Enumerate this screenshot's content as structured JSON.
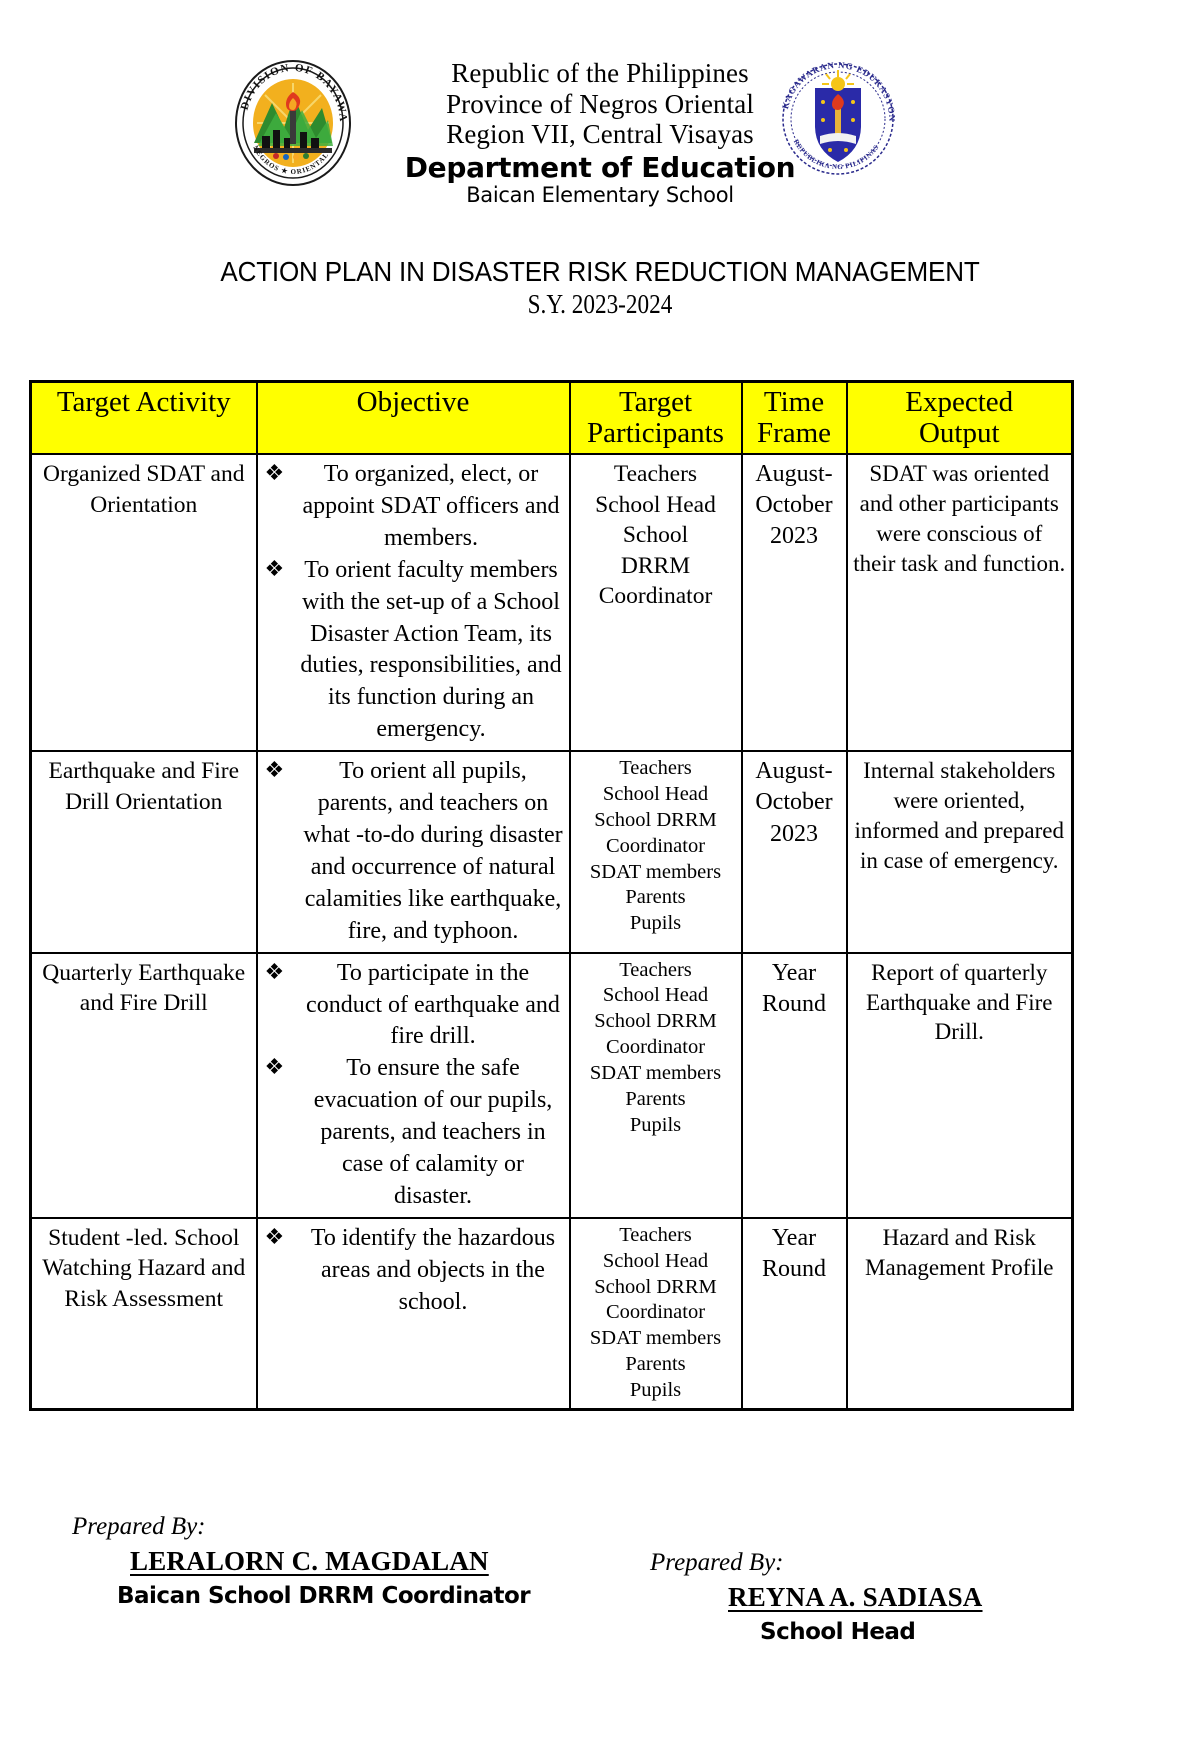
{
  "header": {
    "line1": "Republic of the Philippines",
    "line2": "Province of Negros Oriental",
    "line3": "Region VII, Central Visayas",
    "department": "Department of Education",
    "school": "Baican Elementary School",
    "left_seal_name": "division-of-bayawan-city-seal",
    "right_seal_name": "department-of-education-seal"
  },
  "title": {
    "main": "ACTION PLAN IN DISASTER RISK REDUCTION MANAGEMENT",
    "sub": "S.Y. 2023-2024"
  },
  "colors": {
    "header_fill": "#FFFF00",
    "border": "#000000",
    "text": "#000000"
  },
  "table": {
    "columns": [
      "Target Activity",
      "Objective",
      "Target Participants",
      "Time Frame",
      "Expected Output"
    ],
    "column_lines": [
      [
        "Target Activity"
      ],
      [
        "Objective"
      ],
      [
        "Target",
        "Participants"
      ],
      [
        "Time",
        "Frame"
      ],
      [
        "Expected",
        "Output"
      ]
    ],
    "bullet_glyph": "❖",
    "rows": [
      {
        "activity": "Organized SDAT and Orientation",
        "objectives": [
          "To organized, elect, or appoint SDAT officers and members.",
          "To orient faculty members with the set-up of a School Disaster Action Team, its duties, responsibilities, and its function during an emergency."
        ],
        "participants": [
          "Teachers",
          "School Head",
          "School",
          "DRRM",
          "Coordinator"
        ],
        "participants_size": "big",
        "timeframe": "August-October 2023",
        "output": "SDAT was oriented and other participants were conscious of their task and function."
      },
      {
        "activity": "Earthquake and Fire Drill Orientation",
        "objectives": [
          "To orient all pupils, parents, and teachers on what -to-do during disaster and occurrence of natural calamities like earthquake, fire, and typhoon."
        ],
        "participants": [
          "Teachers",
          "School Head",
          "School DRRM",
          "Coordinator",
          "SDAT members",
          "Parents",
          "Pupils"
        ],
        "participants_size": "small",
        "timeframe": "August-October 2023",
        "output": "Internal stakeholders were oriented, informed and prepared in case of emergency."
      },
      {
        "activity": "Quarterly Earthquake and Fire Drill",
        "objectives": [
          "To participate in the conduct of earthquake and fire drill.",
          "To ensure the safe evacuation of our pupils, parents, and teachers in case of calamity or disaster."
        ],
        "participants": [
          "Teachers",
          "School Head",
          "School DRRM",
          "Coordinator",
          "SDAT members",
          "Parents",
          "Pupils"
        ],
        "participants_size": "small",
        "timeframe": "Year Round",
        "output": "Report of quarterly Earthquake and Fire Drill."
      },
      {
        "activity": "Student -led. School Watching Hazard and Risk Assessment",
        "objectives": [
          "To identify the hazardous areas and objects in the school."
        ],
        "participants": [
          "Teachers",
          "School Head",
          "School DRRM",
          "Coordinator",
          "SDAT members",
          "Parents",
          "Pupils"
        ],
        "participants_size": "small",
        "timeframe": "Year Round",
        "output": "Hazard and Risk Management Profile"
      }
    ]
  },
  "signatures": {
    "left": {
      "label": "Prepared By:",
      "name": "LERALORN C. MAGDALAN",
      "role": "Baican School DRRM Coordinator"
    },
    "right": {
      "label": "Prepared By:",
      "name": "REYNA A. SADIASA",
      "role": "School Head"
    }
  }
}
